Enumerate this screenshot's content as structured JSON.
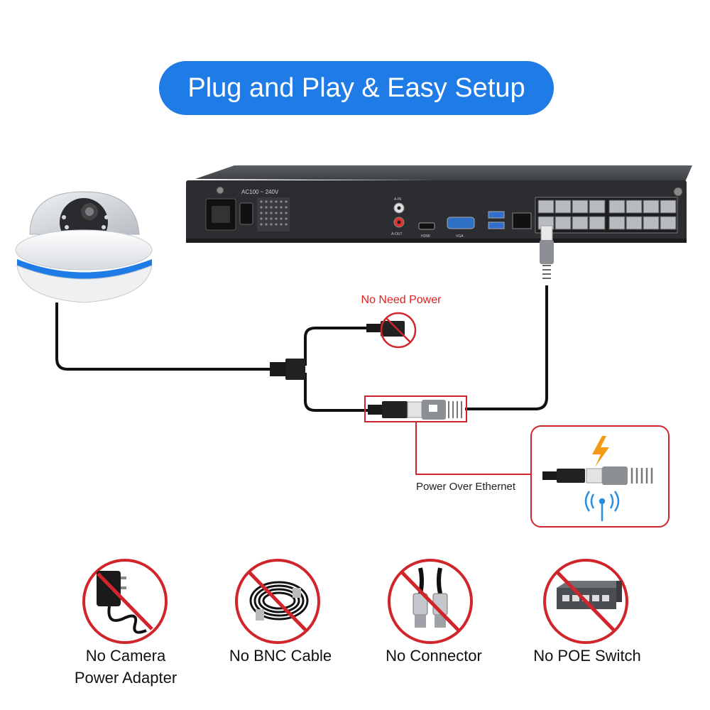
{
  "title": "Plug and Play & Easy Setup",
  "nvr": {
    "power_rating": "AC100 ~ 240V",
    "audio_in": "A-IN",
    "audio_out": "A-OUT",
    "hdmi": "HDMI",
    "vga": "VGA"
  },
  "annotations": {
    "no_need_power": "No Need Power",
    "power_over_ethernet": "Power Over Ethernet"
  },
  "forbidden_items": [
    {
      "line1": "No Camera",
      "line2": "Power Adapter"
    },
    {
      "line1": "No BNC Cable",
      "line2": ""
    },
    {
      "line1": "No Connector",
      "line2": ""
    },
    {
      "line1": "No POE Switch",
      "line2": ""
    }
  ],
  "colors": {
    "accent_blue": "#1f7be6",
    "alert_red": "#d0252a",
    "bolt_orange": "#f39a16",
    "signal_blue": "#2a8ee0"
  }
}
